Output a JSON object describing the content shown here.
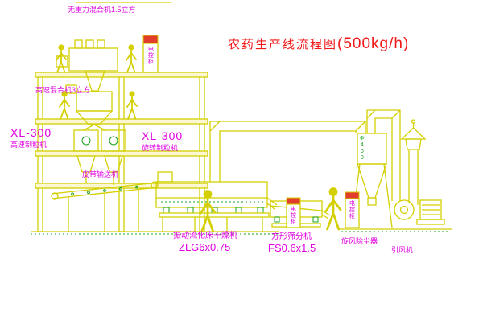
{
  "title": {
    "text": "农药生产线流程图",
    "capacity": "(500kg/h)"
  },
  "labels": {
    "top_mixer": "无重力混合机1.5立方",
    "floor2_mixer": "高速混合机3立方",
    "granulator_left_model": "XL-300",
    "granulator_left_name": "高速制粒机",
    "granulator_right_model": "XL-300",
    "granulator_right_name": "旋转制粒机",
    "belt_conveyor": "皮带输送机",
    "dryer_name": "振动流化床干燥机",
    "dryer_model": "ZLG6x0.75",
    "sieve_name": "方形筛分机",
    "sieve_model": "FS0.6x1.5",
    "cyclone": "旋风除尘器",
    "fan": "引风机",
    "control_cabinet": "电控柜",
    "duct_callout": "Φ400"
  },
  "colors": {
    "line_yellow": "#d4cf00",
    "detail_green": "#1aa31a",
    "label_magenta": "#e100e1",
    "title_red": "#f01818",
    "cabinet_top_red": "#e23c2d"
  }
}
